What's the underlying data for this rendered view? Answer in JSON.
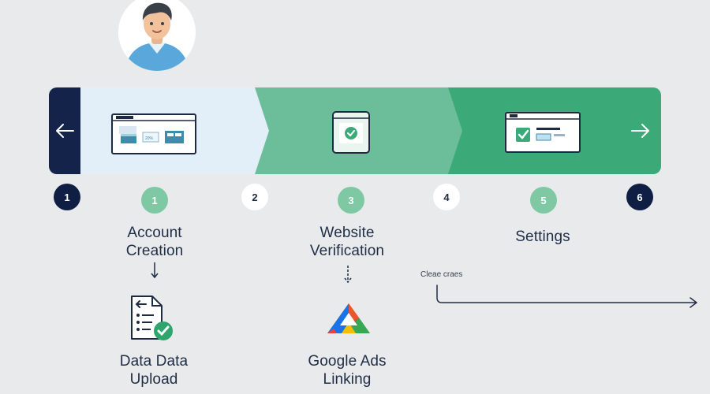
{
  "steps": [
    {
      "number": "1",
      "style": "dark"
    },
    {
      "number": "1",
      "style": "green"
    },
    {
      "number": "2",
      "style": "white"
    },
    {
      "number": "3",
      "style": "green"
    },
    {
      "number": "4",
      "style": "white"
    },
    {
      "number": "5",
      "style": "green"
    },
    {
      "number": "6",
      "style": "dark"
    }
  ],
  "labels": {
    "account_creation": "Account\nCreation",
    "website_verification": "Website\nVerification",
    "settings": "Settings",
    "data_upload": "Data Data\nUpload",
    "google_ads_linking": "Google Ads\nLinking"
  },
  "note": "Cleae craes",
  "mini_window": {
    "tile_text": "20%"
  },
  "colors": {
    "navy": "#13234a",
    "light_panel": "#e2eef8",
    "mid_green": "#6cbe9b",
    "dark_green": "#3ba978",
    "step_green": "#7ec9a3"
  },
  "icons": {
    "back": "arrow-left-icon",
    "forward": "arrow-right-icon",
    "account": "browser-window-icon",
    "verify": "document-check-icon",
    "settings": "settings-window-icon",
    "upload": "checklist-document-icon",
    "ads": "google-ads-logo-icon"
  }
}
